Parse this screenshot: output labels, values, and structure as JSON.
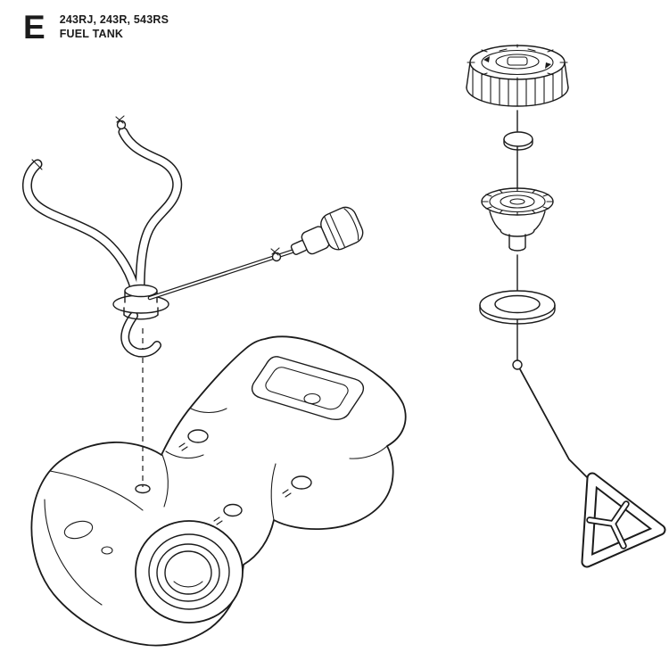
{
  "header": {
    "section_letter": "E",
    "models": "243RJ, 243R, 543RS",
    "title": "FUEL TANK"
  },
  "diagram": {
    "parts": [
      "hose-clamp",
      "fuel-hose",
      "pickup-hose",
      "tank-grommet",
      "fuel-line",
      "fuel-line-clamp",
      "fuel-filter",
      "fuel-tank",
      "filler-opening",
      "fuel-cap",
      "cap-seal",
      "cap-valve-assembly",
      "sealing-washer",
      "cap-retainer-cord",
      "retainer-handle"
    ]
  },
  "colors": {
    "line": "#1b1b1b",
    "background": "#ffffff"
  }
}
